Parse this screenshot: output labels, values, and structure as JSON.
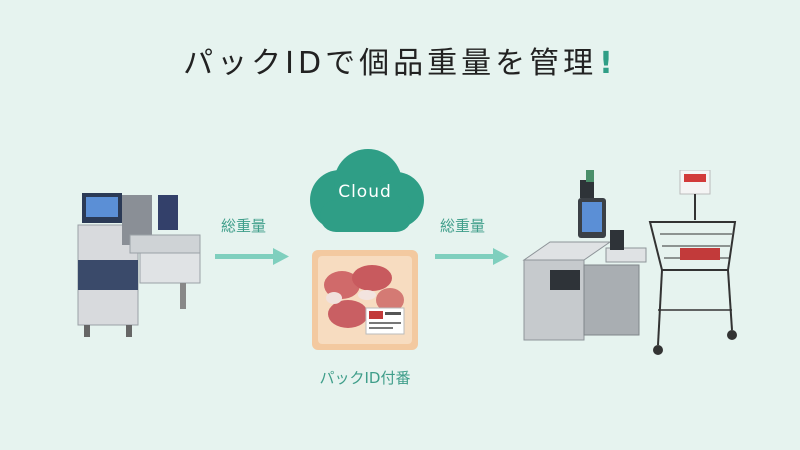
{
  "title": {
    "text": "パックIDで個品重量を管理",
    "emphasis": "!"
  },
  "flow": {
    "left_arrow_label": "総重量",
    "right_arrow_label": "総重量",
    "cloud_label": "Cloud",
    "pack_label": "パックID付番"
  },
  "colors": {
    "background": "#e6f3ef",
    "accent": "#2f9e86",
    "arrow": "#7fcfbe",
    "cloud": "#2f9e86"
  }
}
